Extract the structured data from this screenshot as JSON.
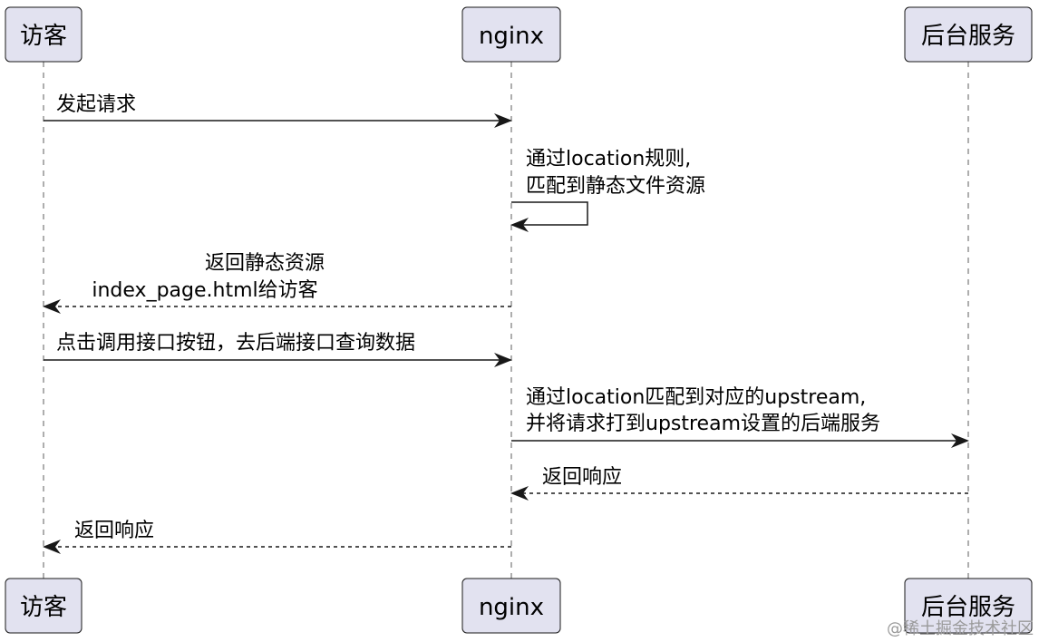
{
  "participants": {
    "visitor": "访客",
    "nginx": "nginx",
    "backend": "后台服务"
  },
  "messages": {
    "m1": "发起请求",
    "m2_line1": "通过location规则,",
    "m2_line2": "匹配到静态文件资源",
    "m3_line1": "返回静态资源",
    "m3_line2": "index_page.html给访客",
    "m4": "点击调用接口按钮，去后端接口查询数据",
    "m5_line1": "通过location匹配到对应的upstream,",
    "m5_line2": "并将请求打到upstream设置的后端服务",
    "m6": "返回响应",
    "m7": "返回响应"
  },
  "watermark": "@稀土掘金技术社区",
  "colors": {
    "box_fill": "#e2e2f0",
    "box_stroke": "#181818",
    "lifeline": "#181818",
    "arrow": "#181818"
  }
}
